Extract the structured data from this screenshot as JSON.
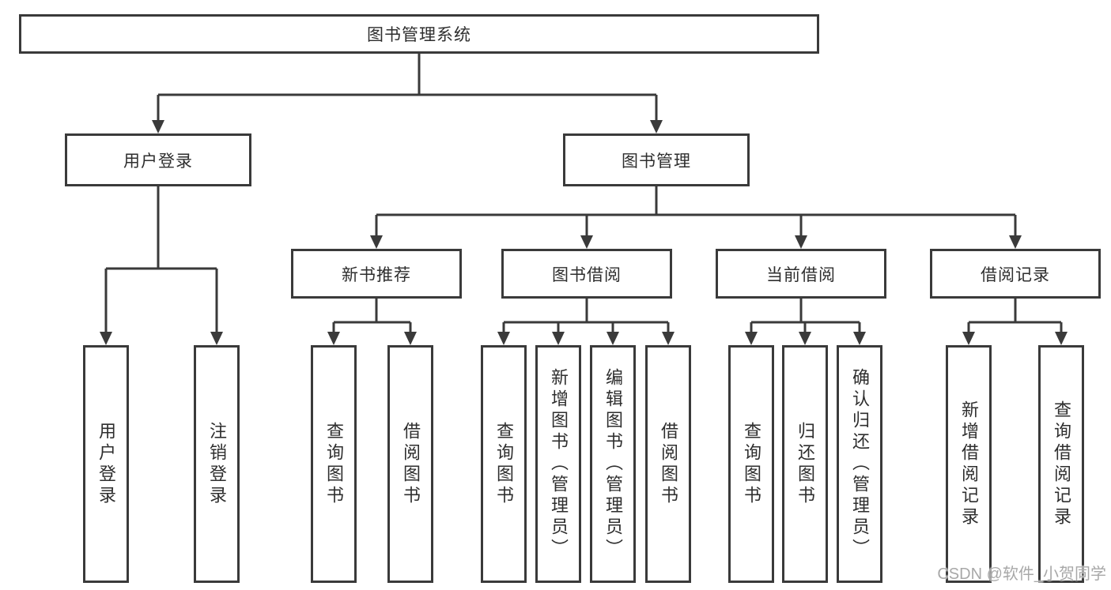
{
  "nodes": {
    "root": "图书管理系统",
    "user_login": "用户登录",
    "book_management": "图书管理",
    "new_book_recommend": "新书推荐",
    "book_borrow": "图书借阅",
    "current_borrow": "当前借阅",
    "borrow_record": "借阅记录",
    "leaf_user_login": "用户登录",
    "leaf_logout": "注销登录",
    "leaf_query_book_recommend": "查询图书",
    "leaf_borrow_book_recommend": "借阅图书",
    "leaf_query_book_borrow": "查询图书",
    "leaf_add_book_admin": "新增图书（管理员）",
    "leaf_edit_book_admin": "编辑图书（管理员）",
    "leaf_borrow_book_borrow": "借阅图书",
    "leaf_query_book_current": "查询图书",
    "leaf_return_book": "归还图书",
    "leaf_confirm_return_admin": "确认归还（管理员）",
    "leaf_add_borrow_record": "新增借阅记录",
    "leaf_query_borrow_record": "查询借阅记录"
  },
  "watermark": "CSDN @软件_小贺同学",
  "colors": {
    "line": "#3a3a3a",
    "text": "#2e2e2e",
    "watermark": "#a8a8a8",
    "background": "#ffffff"
  }
}
